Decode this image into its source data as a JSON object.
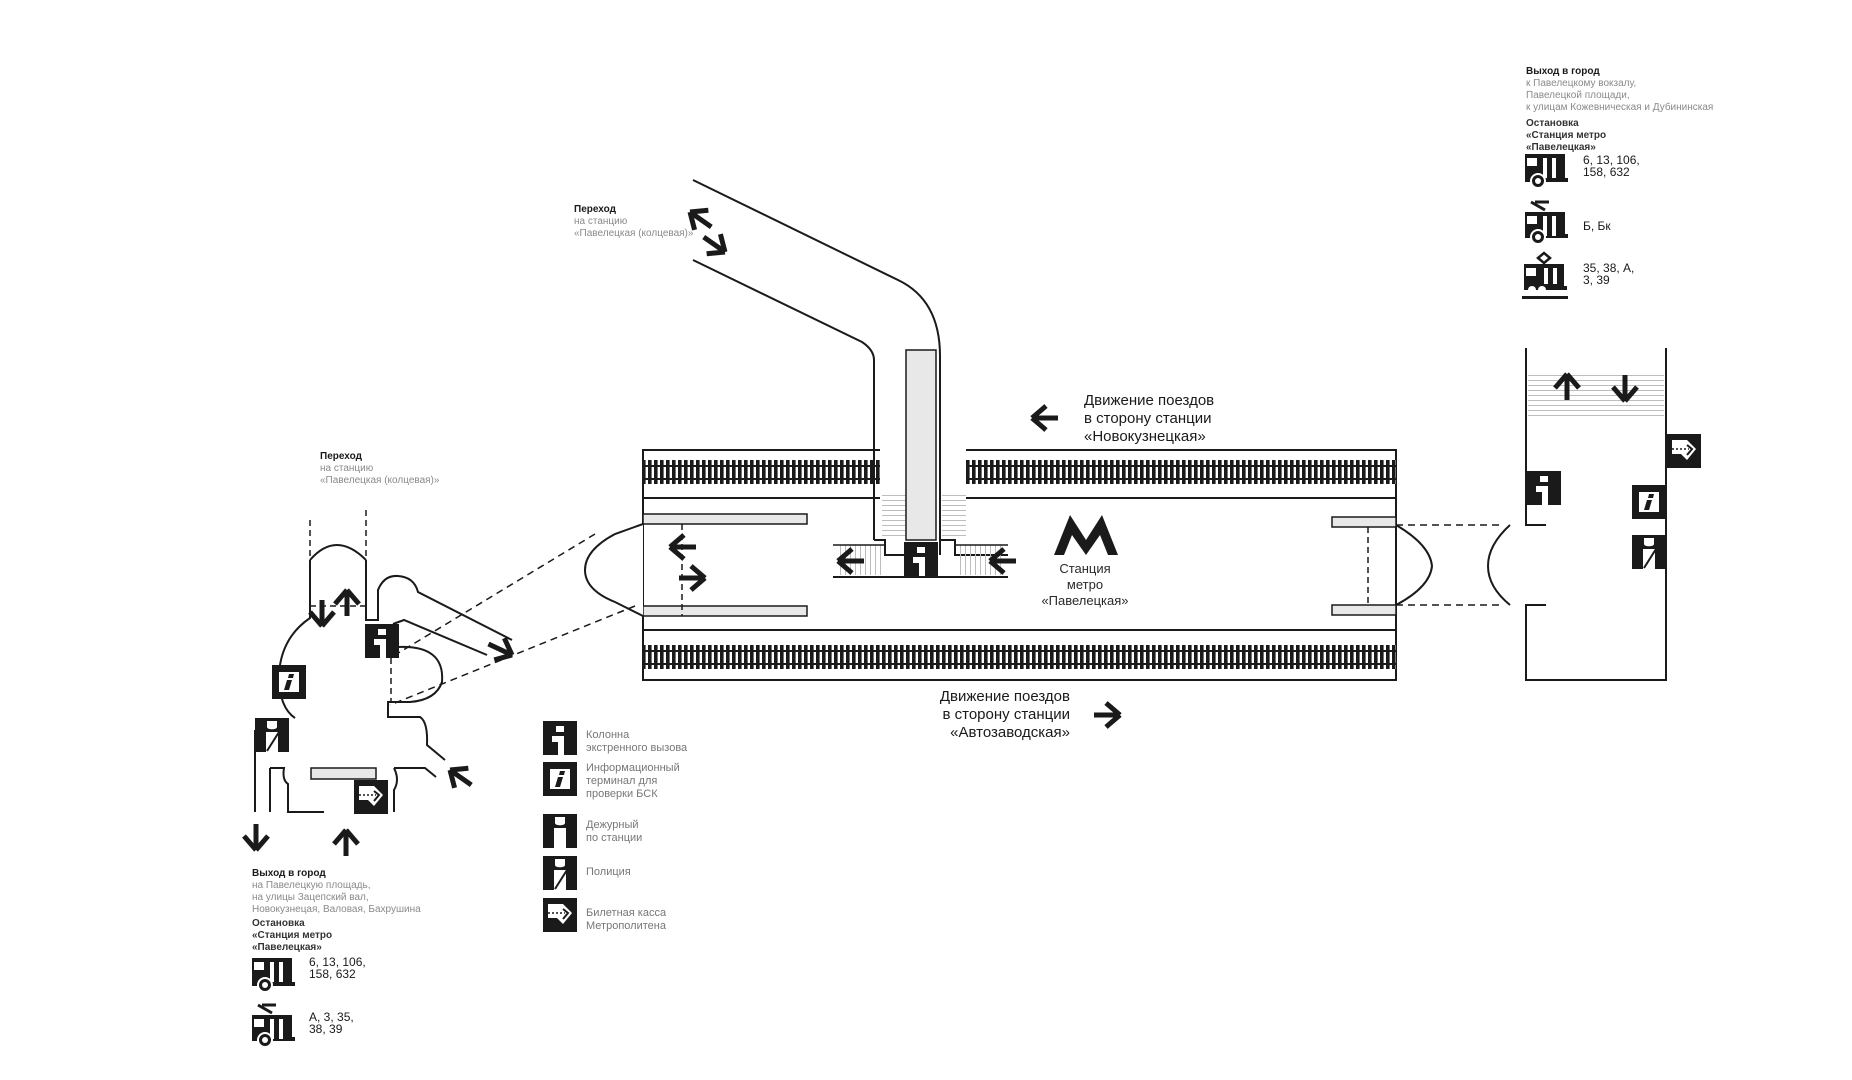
{
  "station": {
    "name_lines": [
      "Станция",
      "метро",
      "«Павелецкая»"
    ],
    "logo": "M"
  },
  "directions": {
    "north": {
      "lines": [
        "Движение поездов",
        "в сторону станции",
        "«Новокузнецкая»"
      ],
      "arrow": "arrow-left"
    },
    "south": {
      "lines": [
        "Движение поездов",
        "в сторону станции",
        "«Автозаводская»"
      ],
      "arrow": "arrow-right"
    }
  },
  "transfers": [
    {
      "title": "Переход",
      "lines": [
        "на станцию",
        "«Павелецкая (колцевая)»"
      ]
    },
    {
      "title": "Переход",
      "lines": [
        "на станцию",
        "«Павелецкая (колцевая)»"
      ]
    }
  ],
  "exit_right": {
    "title": "Выход в город",
    "lines": [
      "к Павелецкому вокзалу,",
      "Павелецкой площади,",
      "к улицам Кожевническая и Дубининская"
    ],
    "stop_title": [
      "Остановка",
      "«Станция метро",
      "«Павелецкая»"
    ],
    "transport": [
      {
        "type": "bus",
        "routes": [
          "6, 13, 106,",
          "158, 632"
        ]
      },
      {
        "type": "trolleybus",
        "routes": [
          "Б, Бк"
        ]
      },
      {
        "type": "tram",
        "routes": [
          "35, 38, А,",
          "3, 39"
        ]
      }
    ]
  },
  "exit_left": {
    "title": "Выход в город",
    "lines": [
      "на Павелецкую площадь,",
      "на улицы Зацепский вал,",
      "Новокузнецая, Валовая, Бахрушина"
    ],
    "stop_title": [
      "Остановка",
      "«Станция метро",
      "«Павелецкая»"
    ],
    "transport": [
      {
        "type": "bus",
        "routes": [
          "6, 13, 106,",
          "158, 632"
        ]
      },
      {
        "type": "trolleybus",
        "routes": [
          "А, 3, 35,",
          "38, 39"
        ]
      }
    ]
  },
  "legend": [
    {
      "icon": "emergency-call-icon",
      "lines": [
        "Колонна",
        "экстренного вызова"
      ]
    },
    {
      "icon": "info-terminal-icon",
      "lines": [
        "Информационный",
        "терминал для",
        "проверки БСК"
      ]
    },
    {
      "icon": "station-attendant-icon",
      "lines": [
        "Дежурный",
        "по станции"
      ]
    },
    {
      "icon": "police-icon",
      "lines": [
        "Полиция"
      ]
    },
    {
      "icon": "ticket-office-icon",
      "lines": [
        "Билетная касса",
        "Метрополитена"
      ]
    }
  ],
  "colors": {
    "ink": "#1a1a1a",
    "platform_fill": "#e8e8e8",
    "stairs": "#bdbdbd",
    "muted_text": "#8a8a8a"
  }
}
